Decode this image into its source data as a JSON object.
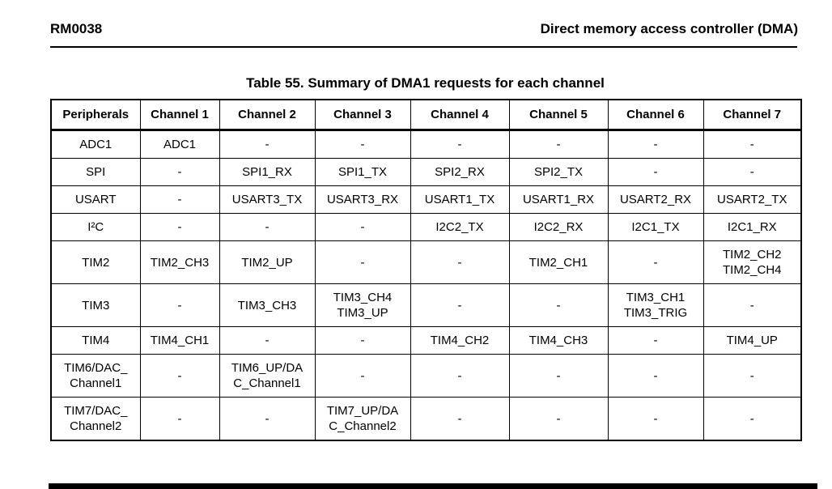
{
  "header": {
    "doc_id": "RM0038",
    "chapter_title": "Direct memory access controller (DMA)"
  },
  "table": {
    "caption": "Table 55. Summary of DMA1 requests for each channel",
    "columns": [
      "Peripherals",
      "Channel 1",
      "Channel 2",
      "Channel 3",
      "Channel 4",
      "Channel 5",
      "Channel 6",
      "Channel 7"
    ],
    "rows": [
      {
        "cells": [
          "ADC1",
          "ADC1",
          "-",
          "-",
          "-",
          "-",
          "-",
          "-"
        ]
      },
      {
        "cells": [
          "SPI",
          "-",
          "SPI1_RX",
          "SPI1_TX",
          "SPI2_RX",
          "SPI2_TX",
          "-",
          "-"
        ]
      },
      {
        "cells": [
          "USART",
          "-",
          "USART3_TX",
          "USART3_RX",
          "USART1_TX",
          "USART1_RX",
          "USART2_RX",
          "USART2_TX"
        ]
      },
      {
        "cells": [
          "I²C",
          "-",
          "-",
          "-",
          "I2C2_TX",
          "I2C2_RX",
          "I2C1_TX",
          "I2C1_RX"
        ]
      },
      {
        "cells": [
          "TIM2",
          "TIM2_CH3",
          "TIM2_UP",
          "-",
          "-",
          "TIM2_CH1",
          "-",
          "TIM2_CH2\nTIM2_CH4"
        ]
      },
      {
        "cells": [
          "TIM3",
          "-",
          "TIM3_CH3",
          "TIM3_CH4\nTIM3_UP",
          "-",
          "-",
          "TIM3_CH1\nTIM3_TRIG",
          "-"
        ]
      },
      {
        "cells": [
          "TIM4",
          "TIM4_CH1",
          "-",
          "-",
          "TIM4_CH2",
          "TIM4_CH3",
          "-",
          "TIM4_UP"
        ]
      },
      {
        "cells": [
          "TIM6/DAC_\nChannel1",
          "-",
          "TIM6_UP/DA\nC_Channel1",
          "-",
          "-",
          "-",
          "-",
          "-"
        ]
      },
      {
        "cells": [
          "TIM7/DAC_\nChannel2",
          "-",
          "-",
          "TIM7_UP/DA\nC_Channel2",
          "-",
          "-",
          "-",
          "-"
        ]
      }
    ]
  },
  "colors": {
    "text": "#000000",
    "background": "#ffffff",
    "border": "#000000",
    "footer_bar": "#000000"
  }
}
